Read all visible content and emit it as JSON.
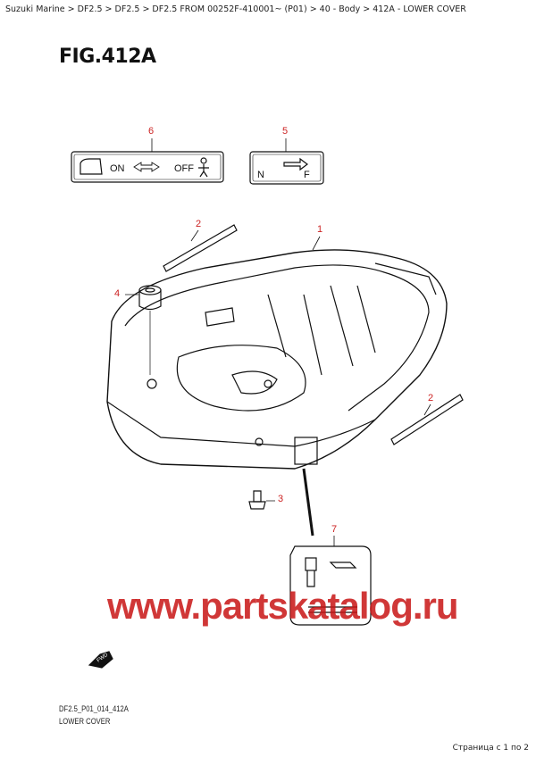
{
  "breadcrumb": "Suzuki Marine > DF2.5 > DF2.5 > DF2.5 FROM 00252F-410001~ (P01) > 40 - Body > 412A - LOWER COVER",
  "figure_title": "FIG.412A",
  "callouts": [
    "6",
    "5",
    "2",
    "1",
    "4",
    "2",
    "3",
    "7"
  ],
  "decal_6": {
    "on": "ON",
    "off": "OFF"
  },
  "decal_5": {
    "n": "N",
    "f": "F"
  },
  "fwd_label": "FWD",
  "watermark": "www.partskatalog.ru",
  "drawing_code": "DF2.5_P01_014_412A",
  "drawing_title": "LOWER COVER",
  "page_info": "Страница с 1 по 2",
  "colors": {
    "callout": "#cc2222",
    "watermark": "#c81414"
  }
}
